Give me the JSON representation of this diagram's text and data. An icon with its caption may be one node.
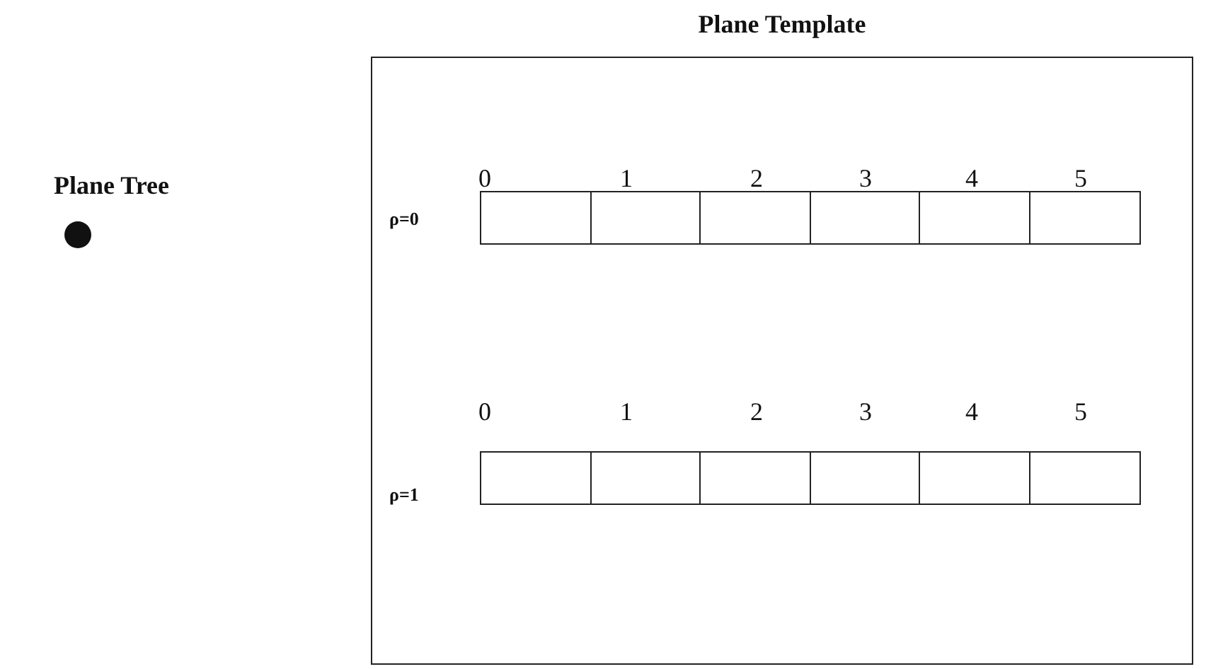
{
  "diagram": {
    "nodes": [
      {
        "text": [
          "Plane Template"
        ]
      },
      {
        "text": [],
        "shape": "box",
        "in": 0
      },
      {
        "text": [],
        "shape": "box",
        "in": 0
      },
      {
        "text": [],
        "shape": "box",
        "in": 0
      },
      {
        "text": [],
        "shape": "box",
        "in": 0
      },
      {
        "text": [],
        "shape": "box",
        "in": 0
      },
      {
        "text": [],
        "shape": "box",
        "in": 0
      },
      {
        "text": [],
        "shape": "box",
        "in": 0
      },
      {
        "text": [],
        "shape": "box",
        "in": 0
      },
      {
        "text": [],
        "shape": "box",
        "in": 0
      },
      {
        "text": [],
        "shape": "box",
        "in": 0
      },
      {
        "text": [],
        "shape": "box",
        "in": 0
      },
      {
        "text": [],
        "shape": "box",
        "in": 0
      }
    ],
    "edges": [],
    "labels": [
      "Plane Tree",
      "0",
      "1",
      "2",
      "3",
      "4",
      "5",
      "ρ=0",
      "0",
      "1",
      "2",
      "3",
      "4",
      "5",
      "ρ=1"
    ]
  }
}
